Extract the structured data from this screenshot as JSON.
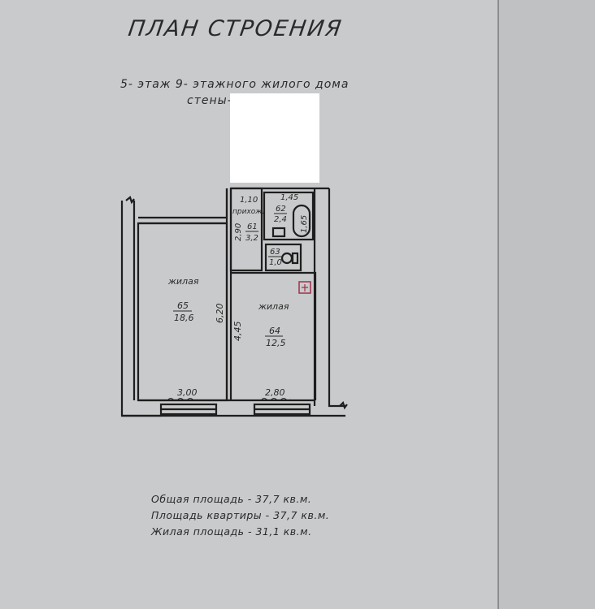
{
  "title": "ПЛАН СТРОЕНИЯ",
  "subtitle_line1": "5- этаж  9- этажного жилого дома",
  "subtitle_line2": "стены-",
  "plan": {
    "rooms": [
      {
        "label": "жилая",
        "number": "65",
        "area": "18,6"
      },
      {
        "label": "жилая",
        "number": "64",
        "area": "12,5"
      },
      {
        "label": "прихож.",
        "number": "61",
        "area": "3,2"
      },
      {
        "label": "",
        "number": "62",
        "area": "2,4"
      },
      {
        "label": "",
        "number": "63",
        "area": "1,0"
      }
    ],
    "dimensions": {
      "hall_width": "1,10",
      "hall_length": "2,90",
      "bath_width": "1,45",
      "bath_tub": "1,65",
      "room65_length": "6,20",
      "room64_length": "4,45",
      "room65_width": "3,00",
      "room64_width": "2,80"
    }
  },
  "summary": {
    "total": "Общая площадь - 37,7 кв.м.",
    "apartment": "Площадь квартиры - 37,7 кв.м.",
    "living": "Жилая площадь - 31,1 кв.м."
  }
}
